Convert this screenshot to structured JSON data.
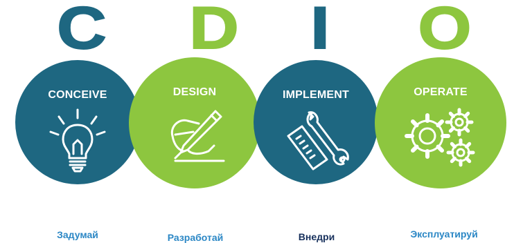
{
  "letters": [
    "C",
    "D",
    "I",
    "O"
  ],
  "stages": [
    {
      "title": "CONCEIVE",
      "icon": "lightbulb-icon"
    },
    {
      "title": "DESIGN",
      "icon": "hand-pencil-icon"
    },
    {
      "title": "IMPLEMENT",
      "icon": "ruler-wrench-icon"
    },
    {
      "title": "OPERATE",
      "icon": "gears-icon"
    }
  ],
  "captions": [
    "Задумай",
    "Разработай",
    "Внедри",
    "Эксплуатируй"
  ],
  "colors": {
    "teal": "#1e6781",
    "green": "#8dc63f",
    "caption_blue": "#2b87c5",
    "caption_navy": "#17305c"
  }
}
